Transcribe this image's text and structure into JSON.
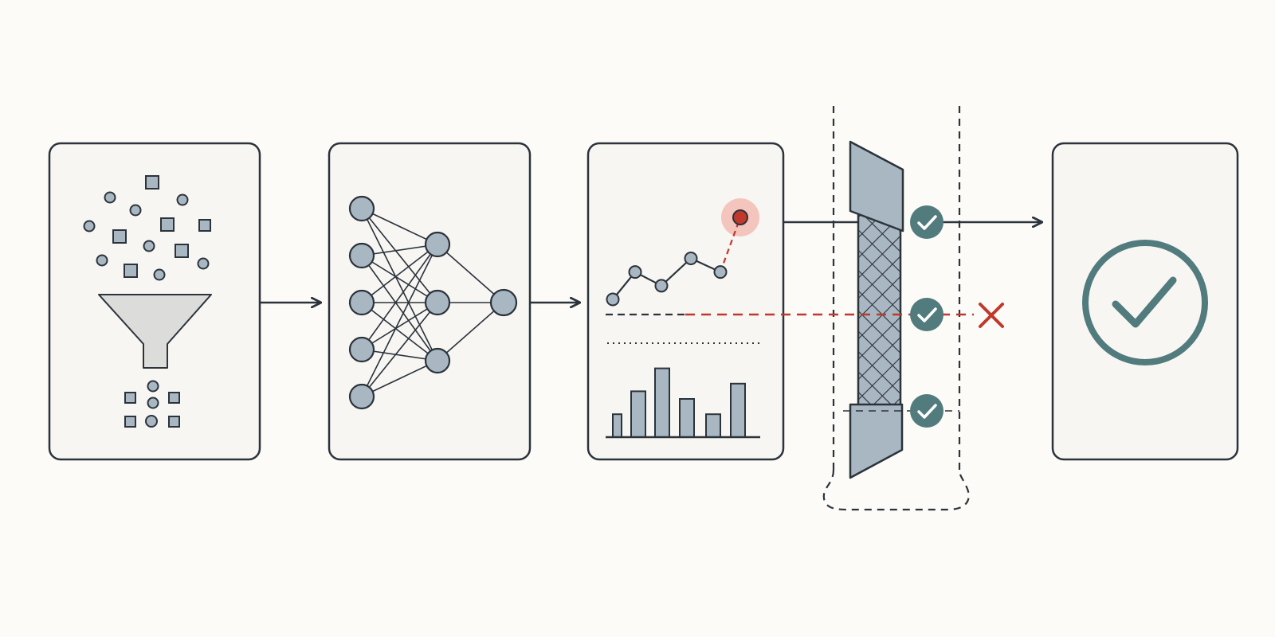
{
  "colors": {
    "background": "#fcfbf7",
    "panel_fill": "#f7f6f3",
    "stroke": "#2b333b",
    "node_fill": "#a9b7c2",
    "funnel_fill": "#dcdcda",
    "accent_teal": "#527b7d",
    "alert_red": "#c0392b",
    "alert_halo": "#f4c5bd",
    "white": "#ffffff"
  },
  "icons": {
    "stage1": "data-funnel-icon",
    "stage2": "neural-network-icon",
    "stage3": "anomaly-chart-icon",
    "stage4": "filter-gate-icon",
    "stage5": "approved-check-icon",
    "pass": "check-icon",
    "reject": "x-mark-icon"
  },
  "gate": {
    "checks": [
      {
        "id": "gate-check-top",
        "status": "pass"
      },
      {
        "id": "gate-check-middle",
        "status": "pass"
      },
      {
        "id": "gate-check-bottom",
        "status": "pass"
      }
    ],
    "rejected_lines": 1
  },
  "network": {
    "layers": [
      5,
      3,
      1
    ]
  },
  "chart_data": {
    "type": "bar",
    "bar_values": [
      3,
      6,
      9,
      5,
      3,
      7
    ],
    "line_values": [
      3,
      5,
      4,
      6,
      5,
      9
    ],
    "anomaly_index": 5
  }
}
